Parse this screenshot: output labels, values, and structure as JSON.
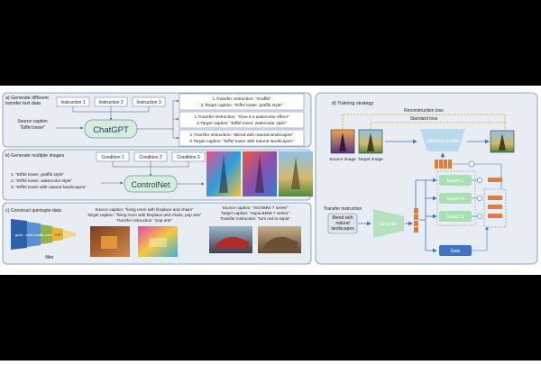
{
  "panel_a": {
    "title_line1": "a) Generate different",
    "title_line2": "transfer text data",
    "instructions": [
      "Instruction 1",
      "Instruction 2",
      "Instruction 3"
    ],
    "source_caption_line1": "Source caption",
    "source_caption_line2": "\"Eiffel tower\"",
    "model": "ChatGPT",
    "outputs": [
      {
        "line1": "1.Transfer instruction: \"Graffiti\"",
        "line2": "2.Target caption: \"Eiffel tower, graffiti style\""
      },
      {
        "line1": "1.Transfer instruction: \"Give it a watercolor effect\"",
        "line2": "2.Target caption: \"Eiffel tower, watercolor style\""
      },
      {
        "line1": "1.Transfer instruction: \"Blend with natural landscapes\"",
        "line2": "2.Target caption: \"Eiffel tower with natural landscapes\""
      }
    ]
  },
  "panel_b": {
    "title": "b) Generate multiple images",
    "conditions": [
      "Condition 1",
      "Condition 2",
      "Condition 3"
    ],
    "captions": [
      "1. \"Eiffel tower, graffiti style\"",
      "2. \"Eiffel tower, watercolor style\"",
      "3. \"Eiffel tower with natural landscapes\""
    ],
    "model": "ControlNet"
  },
  "panel_c": {
    "title": "c) Construct quintuple data",
    "funnel_labels": [
      "good",
      "aesth-etics",
      "clip score",
      "CLIP"
    ],
    "filter_label": "filter",
    "left_captions": [
      "Source caption: \"living room with fireplace and chairs\"",
      "Target caption: \"living room with fireplace and chairs, pop arts\"",
      "Transfer instruction: \"pop arts\""
    ],
    "right_captions": [
      "Source caption: \"red BMW 7 series\"",
      "Target caption: \"sepia BMW 7 series\"",
      "Transfer instruction: \"turn red to sepia\""
    ]
  },
  "panel_d": {
    "title": "d) Training strategy",
    "reconstruction_loss": "Reconstruction loss",
    "standard_loss": "Standard loss",
    "source_image_label": "Source image",
    "target_image_label": "Target image",
    "diffusion_model": "Diffusion model",
    "transfer_instruction_label": "Transfer instruction",
    "instruction_text": "Blend with natural landscapes",
    "encoder": "Encoder",
    "experts": [
      "Expert 1",
      "Expert 2",
      "Expert 3"
    ],
    "gate": "Gate"
  },
  "colors": {
    "panel_bg": "#e8ecf3",
    "panel_border": "#6f8db5",
    "accent_blue": "#3d74c7",
    "expert_green": "#a9dfb2",
    "encoder_green": "#b6e0bf",
    "orange": "#e8792f",
    "loss_gold": "#d9a21b"
  }
}
